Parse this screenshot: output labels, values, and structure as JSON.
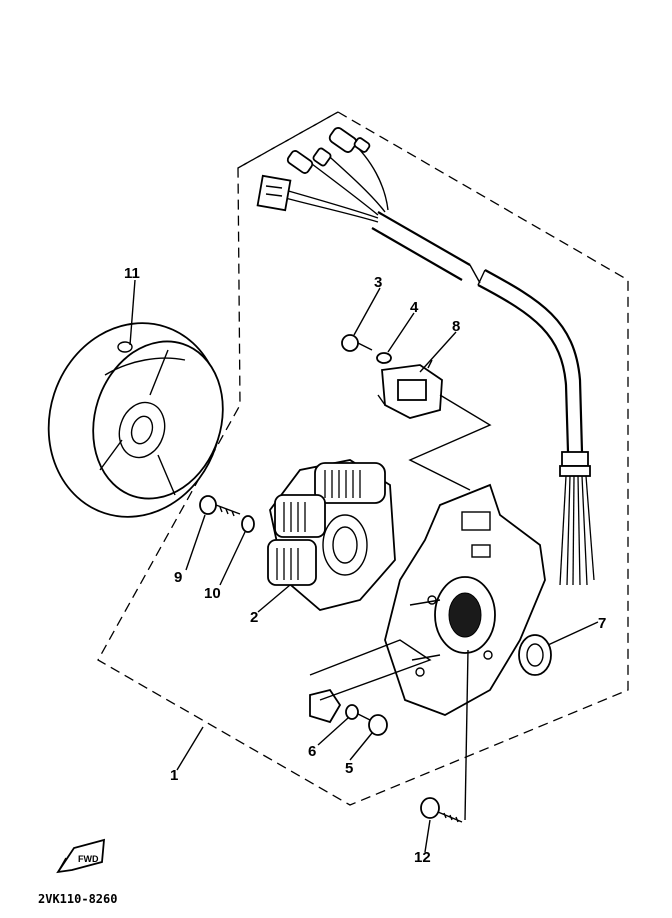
{
  "diagram": {
    "code": "2VK110-8260",
    "fwd_label": "FWD",
    "callouts": [
      {
        "id": "c1",
        "label": "1"
      },
      {
        "id": "c2",
        "label": "2"
      },
      {
        "id": "c3",
        "label": "3"
      },
      {
        "id": "c4",
        "label": "4"
      },
      {
        "id": "c5",
        "label": "5"
      },
      {
        "id": "c6",
        "label": "6"
      },
      {
        "id": "c7",
        "label": "7"
      },
      {
        "id": "c8",
        "label": "8"
      },
      {
        "id": "c9",
        "label": "9"
      },
      {
        "id": "c10",
        "label": "10"
      },
      {
        "id": "c11",
        "label": "11"
      },
      {
        "id": "c12",
        "label": "12"
      }
    ]
  }
}
